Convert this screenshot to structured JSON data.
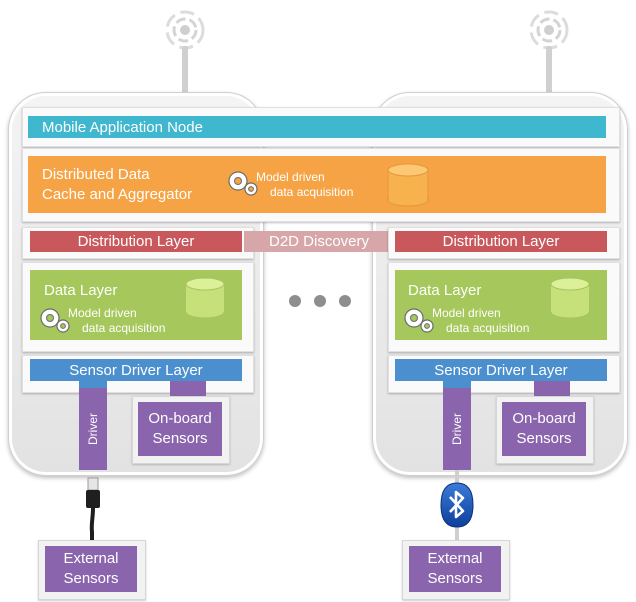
{
  "diagram": {
    "mobile_application_node": "Mobile Application Node",
    "distributed_cache": {
      "line1": "Distributed Data",
      "line2": "Cache and Aggregator",
      "model_line1": "Model driven",
      "model_line2": "data acquisition"
    },
    "d2d_discovery": "D2D Discovery",
    "left_node": {
      "distribution_layer": "Distribution Layer",
      "data_layer": "Data Layer",
      "model_line1": "Model driven",
      "model_line2": "data acquisition",
      "sensor_driver_layer": "Sensor Driver Layer",
      "driver": "Driver",
      "onboard_line1": "On-board",
      "onboard_line2": "Sensors",
      "external_line1": "External",
      "external_line2": "Sensors"
    },
    "right_node": {
      "distribution_layer": "Distribution Layer",
      "data_layer": "Data Layer",
      "model_line1": "Model driven",
      "model_line2": "data acquisition",
      "sensor_driver_layer": "Sensor Driver Layer",
      "driver": "Driver",
      "onboard_line1": "On-board",
      "onboard_line2": "Sensors",
      "external_line1": "External",
      "external_line2": "Sensors"
    },
    "ellipsis": "• • •",
    "icons": [
      "antenna-icon",
      "gears-icon",
      "database-cylinder-icon",
      "usb-cable-icon",
      "bluetooth-icon"
    ],
    "colors": {
      "mobile_node": "#3fb7cf",
      "cache": "#f5a344",
      "distribution": "#c9585c",
      "data_layer": "#a5c75b",
      "sensor_driver": "#4b8fce",
      "sensors": "#8a64ad"
    }
  }
}
